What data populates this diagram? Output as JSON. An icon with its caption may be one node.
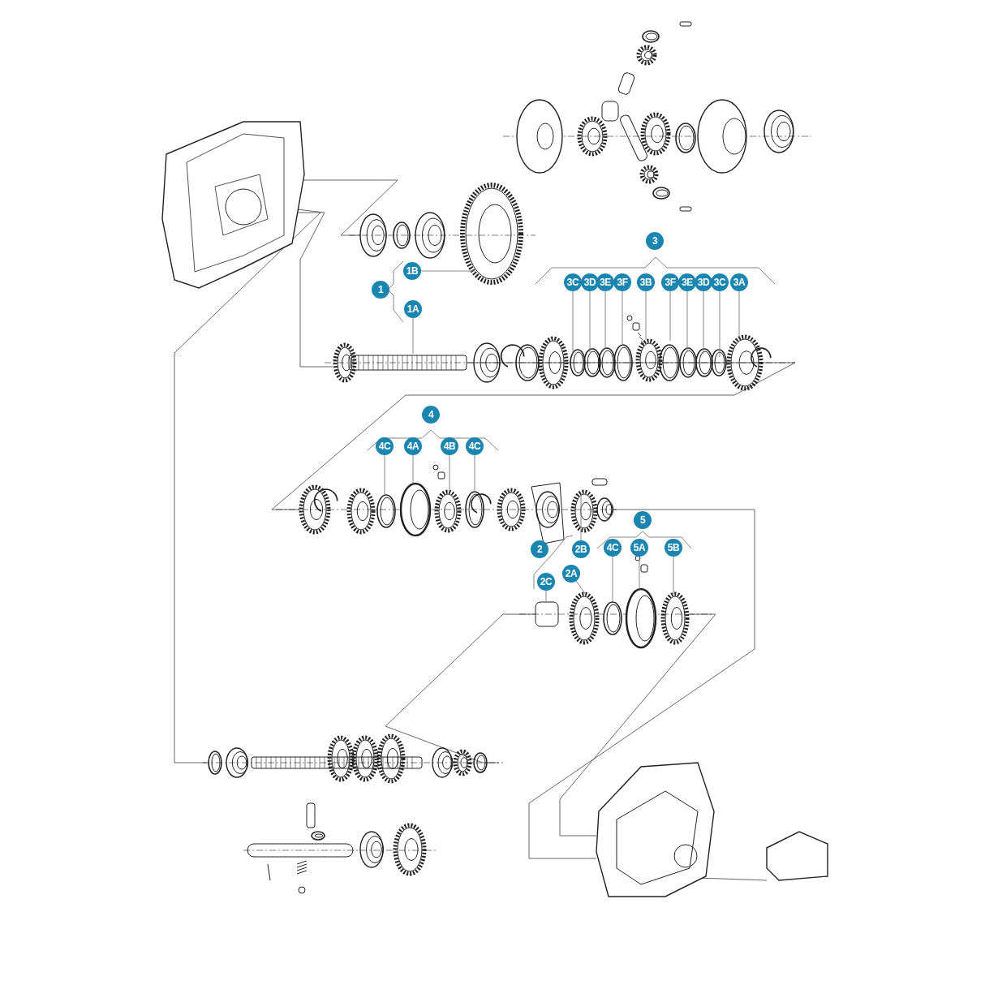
{
  "diagram": {
    "nodes": [
      {
        "text": [
          "1B"
        ]
      },
      {
        "text": [
          "3C"
        ]
      },
      {
        "text": [
          "3D"
        ]
      },
      {
        "text": [
          "3E"
        ]
      },
      {
        "text": [
          "3F"
        ]
      },
      {
        "text": [
          "3B"
        ]
      },
      {
        "text": [
          "3F"
        ]
      },
      {
        "text": [
          "3E"
        ]
      },
      {
        "text": [
          "3D"
        ]
      },
      {
        "text": [
          "3C"
        ]
      },
      {
        "text": [
          "3A"
        ]
      },
      {
        "text": [
          "1A"
        ]
      },
      {
        "text": [
          "4C"
        ]
      },
      {
        "text": [
          "4A"
        ]
      },
      {
        "text": [
          "4B"
        ]
      },
      {
        "text": [
          "4C"
        ]
      },
      {
        "text": [
          "4C"
        ]
      },
      {
        "text": [
          "5A"
        ]
      },
      {
        "text": [
          "5B"
        ]
      },
      {
        "text": [
          "2B"
        ]
      },
      {
        "text": [
          "2A"
        ]
      },
      {
        "text": [
          "2C"
        ]
      },
      {
        "text": [
          "3"
        ]
      },
      {
        "text": [
          "1"
        ]
      },
      {
        "text": [
          "4"
        ]
      },
      {
        "text": [
          "5"
        ]
      },
      {
        "text": [
          "2"
        ]
      }
    ],
    "edges": [
      {
        "from": 0,
        "to": null,
        "arrow": "none"
      },
      {
        "from": 1,
        "to": null,
        "arrow": "none"
      },
      {
        "from": 2,
        "to": null,
        "arrow": "none"
      },
      {
        "from": 3,
        "to": null,
        "arrow": "none"
      },
      {
        "from": 4,
        "to": null,
        "arrow": "none"
      },
      {
        "from": 5,
        "to": null,
        "arrow": "none"
      },
      {
        "from": 6,
        "to": null,
        "arrow": "none"
      },
      {
        "from": 7,
        "to": null,
        "arrow": "none"
      },
      {
        "from": 8,
        "to": null,
        "arrow": "none"
      },
      {
        "from": 9,
        "to": null,
        "arrow": "none"
      },
      {
        "from": 10,
        "to": null,
        "arrow": "none"
      },
      {
        "from": 11,
        "to": null,
        "arrow": "none"
      },
      {
        "from": 12,
        "to": null,
        "arrow": "none"
      },
      {
        "from": 13,
        "to": null,
        "arrow": "none"
      },
      {
        "from": 14,
        "to": null,
        "arrow": "none"
      },
      {
        "from": 15,
        "to": null,
        "arrow": "none"
      },
      {
        "from": 16,
        "to": null,
        "arrow": "none"
      },
      {
        "from": 17,
        "to": null,
        "arrow": "none"
      },
      {
        "from": 18,
        "to": null,
        "arrow": "none"
      },
      {
        "from": 19,
        "to": null,
        "arrow": "none"
      },
      {
        "from": 20,
        "to": null,
        "arrow": "none"
      },
      {
        "from": 21,
        "to": null,
        "arrow": "none"
      }
    ]
  }
}
